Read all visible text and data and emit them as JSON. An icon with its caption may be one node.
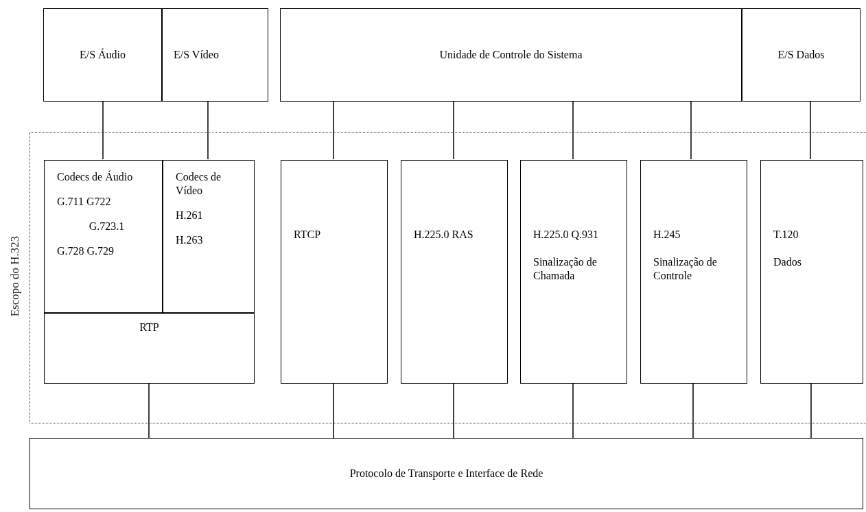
{
  "diagram": {
    "nodes": [
      {
        "text": [
          "Escopo do H.323"
        ]
      },
      {
        "text": [
          "E/S Áudio"
        ]
      },
      {
        "text": [
          "E/S Vídeo"
        ]
      },
      {
        "text": [
          "Unidade de Controle do Sistema"
        ]
      },
      {
        "text": [
          "E/S Dados"
        ]
      },
      {
        "text": [
          "Codecs de Áudio",
          "G.711 G722",
          "G.723.1",
          "G.728 G.729"
        ],
        "in": 0
      },
      {
        "text": [
          "Codecs de Vídeo",
          "H.261",
          "H.263"
        ],
        "in": 0
      },
      {
        "text": [
          "RTP"
        ],
        "in": 0
      },
      {
        "text": [
          "RTCP"
        ],
        "in": 0
      },
      {
        "text": [
          "H.225.0 RAS"
        ],
        "in": 0
      },
      {
        "text": [
          "H.225.0 Q.931",
          "Sinalização de Chamada"
        ],
        "in": 0
      },
      {
        "text": [
          "H.245",
          "Sinalização de Controle"
        ],
        "in": 0
      },
      {
        "text": [
          "T.120",
          "Dados"
        ],
        "in": 0
      },
      {
        "text": [
          "Protocolo de Transporte e Interface de Rede"
        ]
      }
    ],
    "edges": [
      {
        "from": 1,
        "to": 5,
        "arrow": "none"
      },
      {
        "from": 2,
        "to": 6,
        "arrow": "none"
      },
      {
        "from": 3,
        "to": 8,
        "arrow": "none"
      },
      {
        "from": 3,
        "to": 9,
        "arrow": "none"
      },
      {
        "from": 3,
        "to": 10,
        "arrow": "none"
      },
      {
        "from": 3,
        "to": 11,
        "arrow": "none"
      },
      {
        "from": 4,
        "to": 12,
        "arrow": "none"
      },
      {
        "from": 7,
        "to": 13,
        "arrow": "none"
      },
      {
        "from": 8,
        "to": 13,
        "arrow": "none"
      },
      {
        "from": 9,
        "to": 13,
        "arrow": "none"
      },
      {
        "from": 10,
        "to": 13,
        "arrow": "none"
      },
      {
        "from": 11,
        "to": 13,
        "arrow": "none"
      },
      {
        "from": 12,
        "to": 13,
        "arrow": "none"
      }
    ]
  }
}
